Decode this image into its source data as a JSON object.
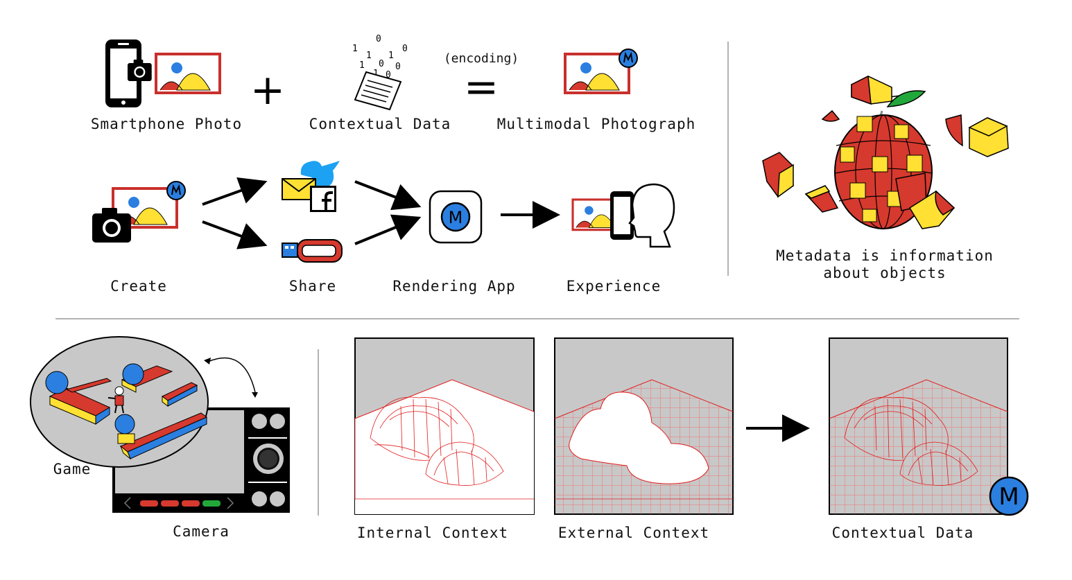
{
  "pipeline": {
    "smartphone_photo": "Smartphone Photo",
    "plus": "+",
    "contextual_data": "Contextual Data",
    "encoding": "(encoding)",
    "equals": "=",
    "multimodal_photograph": "Multimodal Photograph"
  },
  "workflow": {
    "create": "Create",
    "share": "Share",
    "rendering_app": "Rendering App",
    "experience": "Experience",
    "app_letter": "M"
  },
  "metadata_caption": {
    "line1": "Metadata is information",
    "line2": "about objects"
  },
  "camera_panel": {
    "game": "Game",
    "camera": "Camera"
  },
  "context_panels": {
    "internal": "Internal Context",
    "external": "External Context",
    "contextual": "Contextual Data",
    "badge_letter": "M"
  },
  "binary_bits": [
    "0",
    "1",
    "0",
    "1",
    "1",
    "0",
    "1",
    "0",
    "1",
    "0"
  ],
  "colors": {
    "red": "#d6392e",
    "yellow": "#ffe033",
    "blue": "#2b7fe0",
    "frame": "#c9302c",
    "twitter": "#1da1f2",
    "mesh": "#e21b1b",
    "green": "#22a83a",
    "grey": "#c8c8c8"
  }
}
